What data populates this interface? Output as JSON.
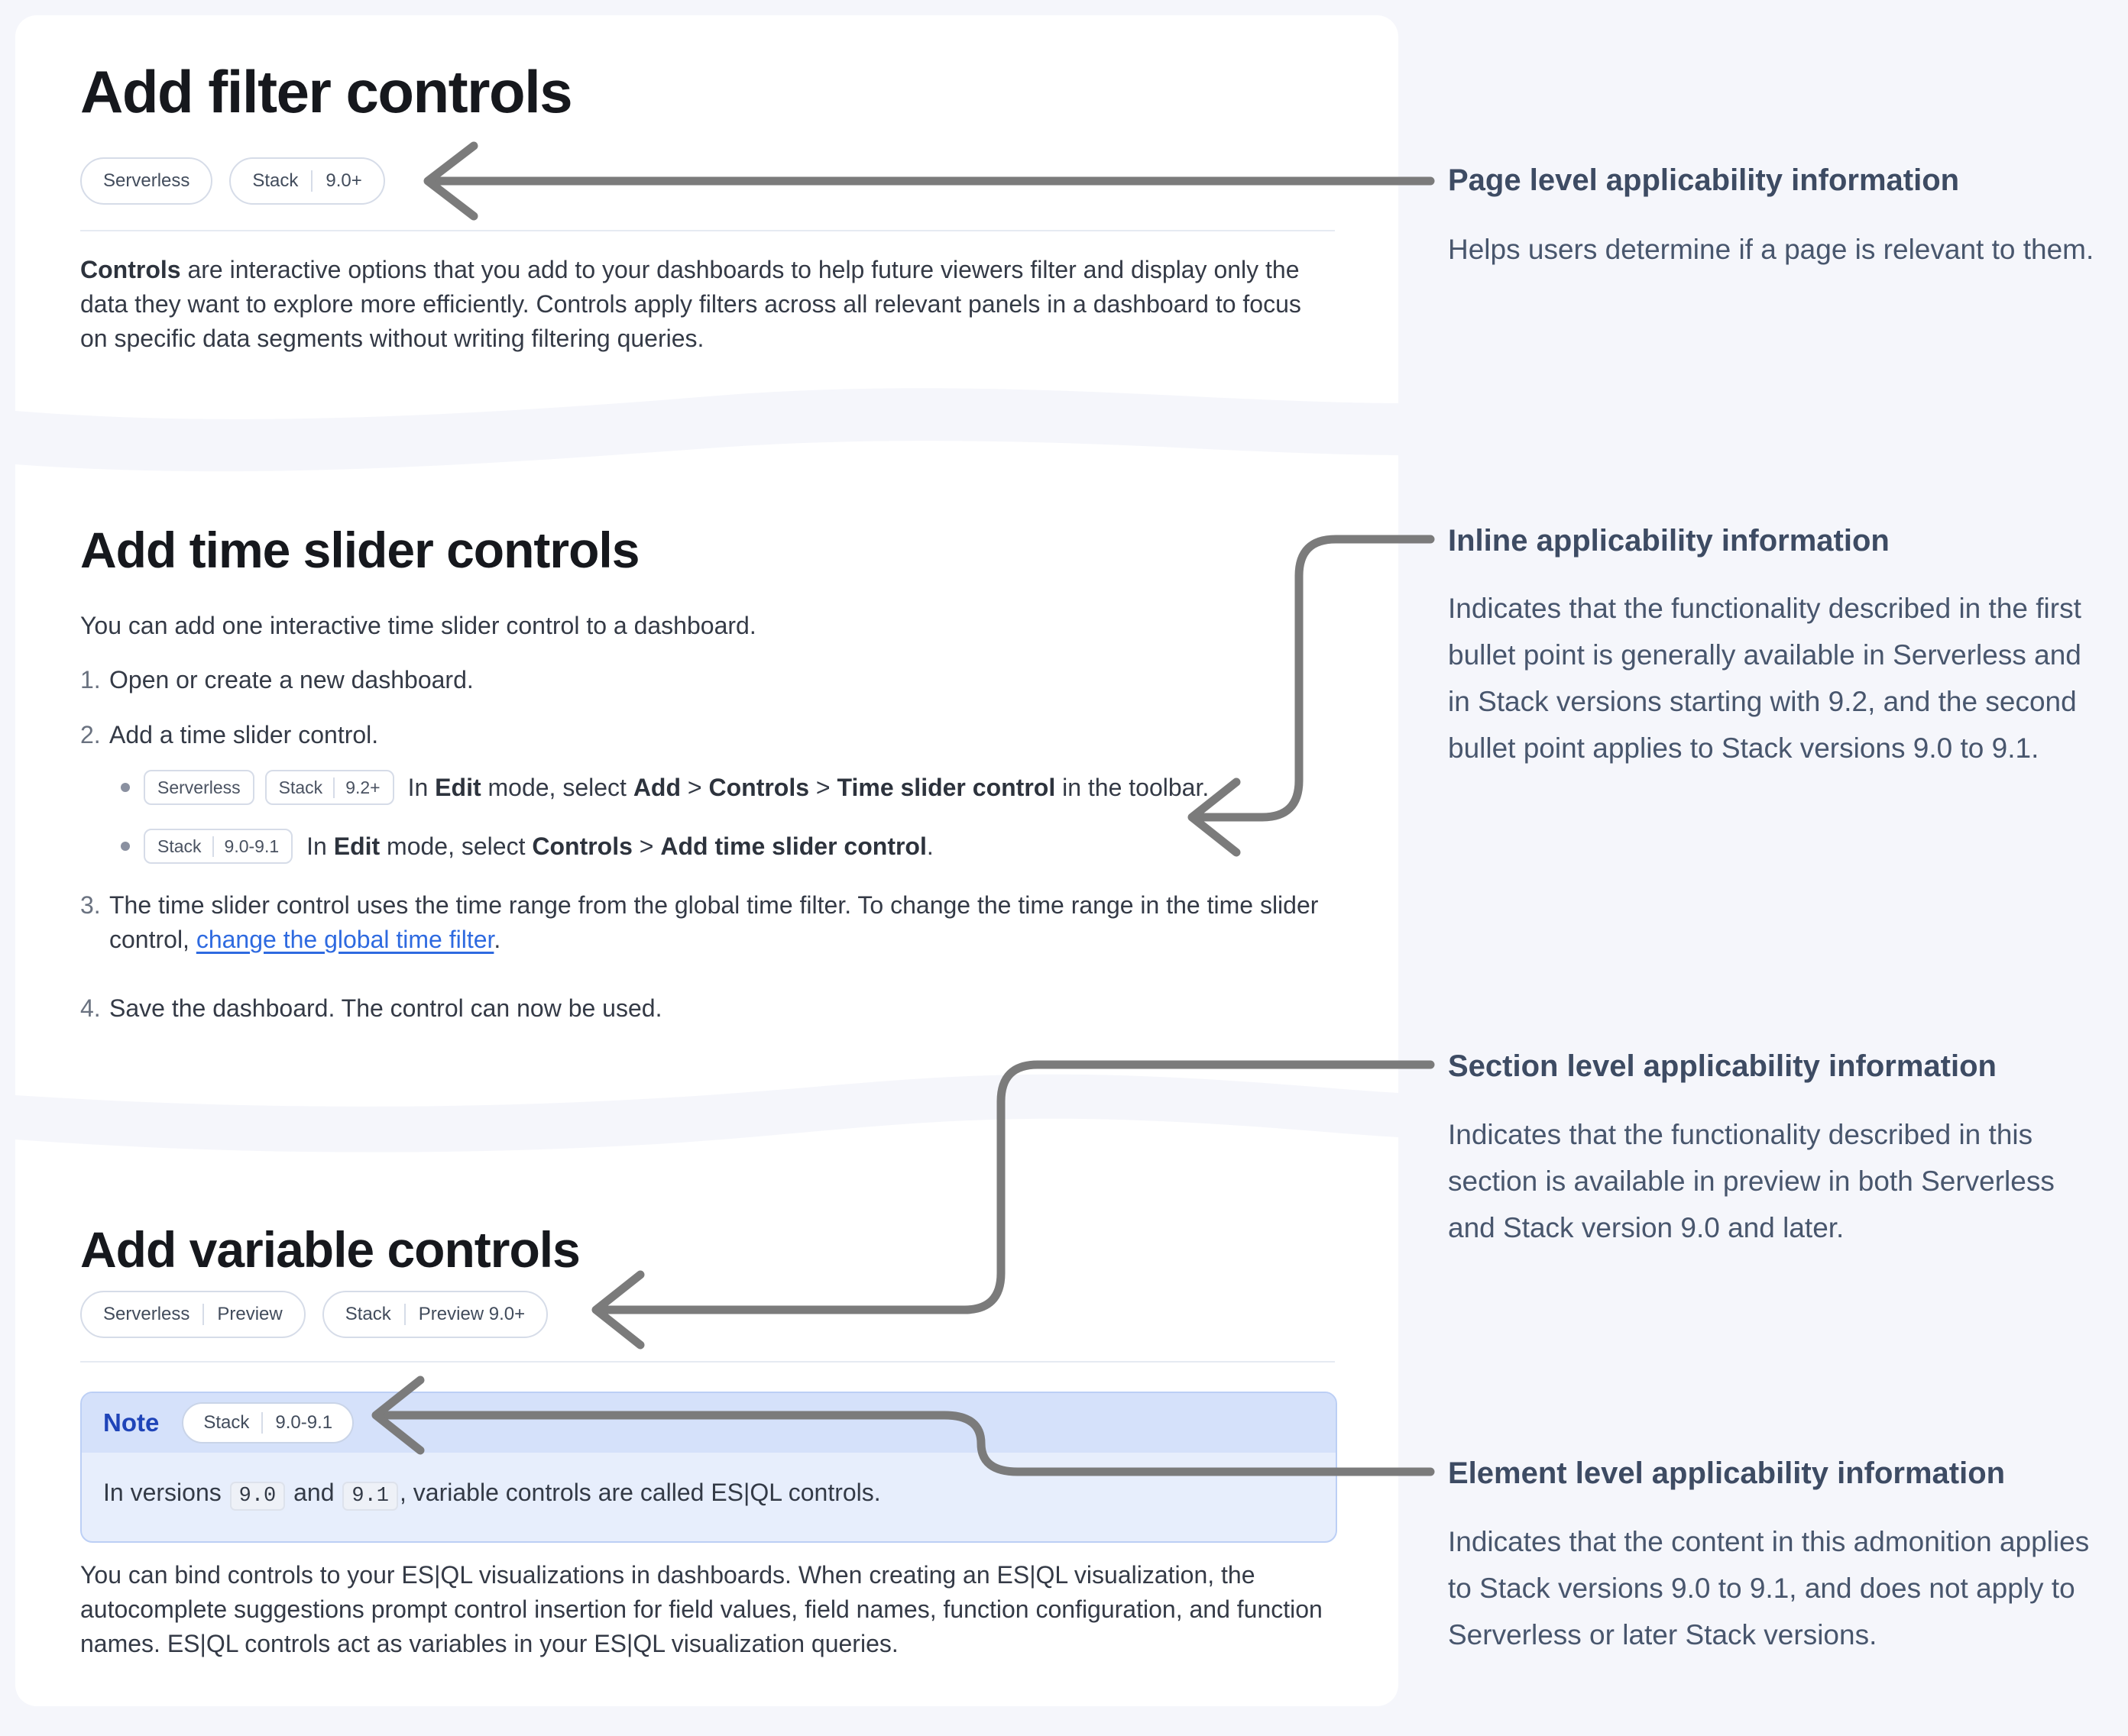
{
  "colors": {
    "background": "#f5f6fb",
    "card_background": "#ffffff",
    "heading_ink": "#16181d",
    "body_text": "#343a46",
    "badge_border": "#d6dce8",
    "link_blue": "#2e6ae0",
    "note_header_bg": "#d5e1fa",
    "note_body_bg": "#e7eefc",
    "note_title_blue": "#1f44b8",
    "annotation_text": "#48566d",
    "arrow_gray": "#7b7b7b"
  },
  "card1": {
    "title": "Add filter controls",
    "badge1": [
      "Serverless"
    ],
    "badge2": [
      "Stack",
      "9.0+"
    ],
    "para_bold": "Controls",
    "para_rest": " are interactive options that you add to your dashboards to help future viewers filter and display only the data they want to explore more efficiently. Controls apply filters across all relevant panels in a dashboard to focus on specific data segments without writing filtering queries."
  },
  "card2": {
    "title": "Add time slider controls",
    "intro": "You can add one interactive time slider control to a dashboard.",
    "item1_num": "1.",
    "item1": "Open or create a new dashboard.",
    "item2_num": "2.",
    "item2": "Add a time slider control.",
    "b1_badge1": [
      "Serverless"
    ],
    "b1_badge2": [
      "Stack",
      "9.2+"
    ],
    "b1_t1": "In ",
    "b1_b1": "Edit",
    "b1_t2": " mode, select ",
    "b1_b2": "Add",
    "b1_t3": " > ",
    "b1_b3": "Controls",
    "b1_t4": " > ",
    "b1_b4": "Time slider control",
    "b1_t5": " in the toolbar.",
    "b2_badge1": [
      "Stack",
      "9.0-9.1"
    ],
    "b2_t1": "In ",
    "b2_b1": "Edit",
    "b2_t2": " mode, select ",
    "b2_b2": "Controls",
    "b2_t3": " > ",
    "b2_b3": "Add time slider control",
    "b2_t4": ".",
    "item3_num": "3.",
    "item3_a": "The time slider control uses the time range from the global time filter. To change the time range in the time slider control, ",
    "item3_link": "change the global time filter",
    "item3_b": ".",
    "item4_num": "4.",
    "item4": "Save the dashboard. The control can now be used."
  },
  "card3": {
    "title": "Add variable controls",
    "badge1": [
      "Serverless",
      "Preview"
    ],
    "badge2": [
      "Stack",
      "Preview 9.0+"
    ],
    "note_label": "Note",
    "note_badge": [
      "Stack",
      "9.0-9.1"
    ],
    "note_t1": "In versions ",
    "note_code1": "9.0",
    "note_t2": " and ",
    "note_code2": "9.1",
    "note_t3": ", variable controls are called ES|QL controls.",
    "para": "You can bind controls to your ES|QL visualizations in dashboards. When creating an ES|QL visualization, the autocomplete suggestions prompt control insertion for field values, field names, function configuration, and function names. ES|QL controls act as variables in your ES|QL visualization queries."
  },
  "annotations": {
    "a1": {
      "title": "Page level applicability information",
      "body": "Helps users determine if a page is relevant to them."
    },
    "a2": {
      "title": "Inline applicability information",
      "body": "Indicates that the functionality described in the first bullet point is generally available in Serverless and in Stack versions starting with 9.2, and the second bullet point applies to Stack versions 9.0 to 9.1."
    },
    "a3": {
      "title": "Section level applicability information",
      "body": "Indicates that the functionality described in this section is available in preview in both Serverless and Stack version 9.0 and later."
    },
    "a4": {
      "title": "Element level applicability information",
      "body": "Indicates that the content in this admonition applies to Stack versions 9.0 to 9.1, and does not apply to Serverless or later Stack versions."
    }
  }
}
